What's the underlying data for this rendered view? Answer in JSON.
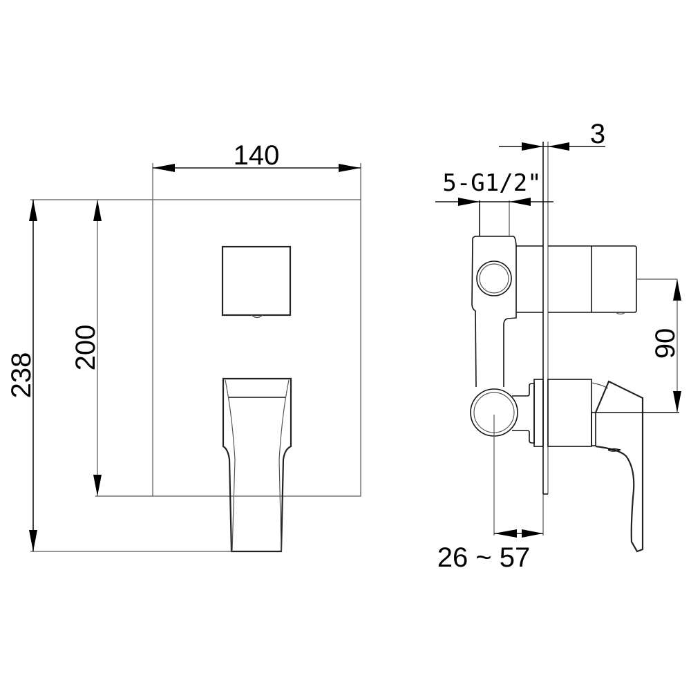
{
  "drawing": {
    "type": "technical-dimension-drawing",
    "subject": "concealed shower mixer with diverter",
    "views": [
      {
        "name": "front-view",
        "dimensions": {
          "width": "140",
          "plate_height": "200",
          "overall_height": "238"
        }
      },
      {
        "name": "side-view",
        "dimensions": {
          "plate_thickness": "3",
          "inlets": "5-G1/2\"",
          "handle_to_spout_center": "90",
          "wall_depth_range": "26 ~ 57"
        }
      }
    ]
  },
  "labels": {
    "width": "140",
    "plate_height": "200",
    "overall_height": "238",
    "plate_thickness": "3",
    "inlets": "5-G1/2\"",
    "center_distance": "90",
    "depth_range": "26 ~ 57"
  },
  "colors": {
    "line": "#111111",
    "background": "#ffffff"
  }
}
